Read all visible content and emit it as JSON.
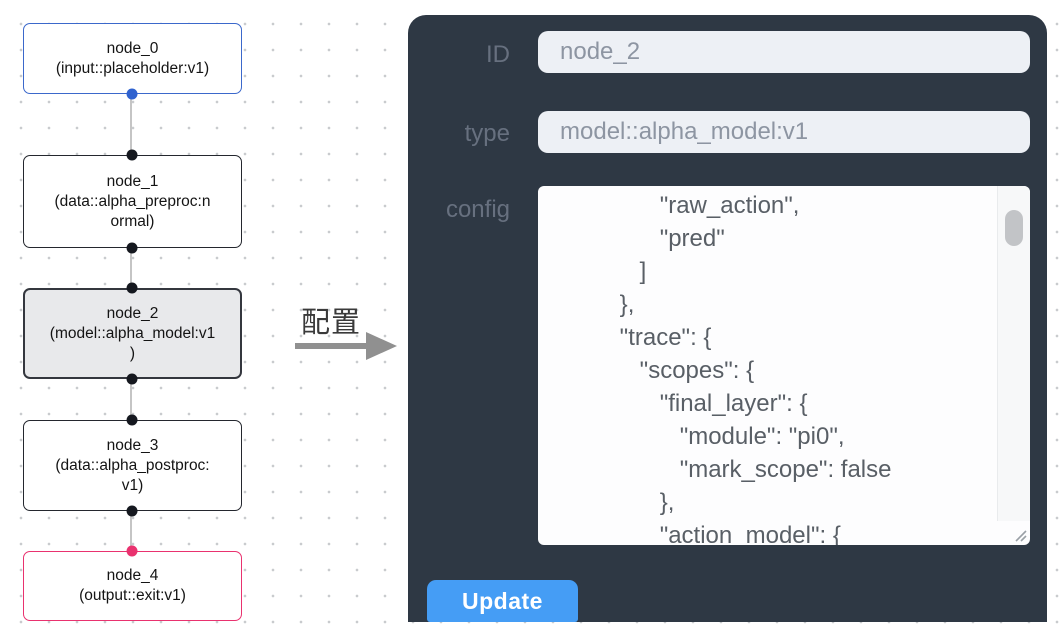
{
  "flowchart": {
    "nodes": [
      {
        "id": "node_0",
        "label": [
          "node_0",
          "(input::placeholder:v1)"
        ]
      },
      {
        "id": "node_1",
        "label": [
          "node_1",
          "(data::alpha_preproc:n",
          "ormal)"
        ]
      },
      {
        "id": "node_2",
        "label": [
          "node_2",
          "(model::alpha_model:v1",
          ")"
        ]
      },
      {
        "id": "node_3",
        "label": [
          "node_3",
          "(data::alpha_postproc:",
          "v1)"
        ]
      },
      {
        "id": "node_4",
        "label": [
          "node_4",
          "(output::exit:v1)"
        ]
      }
    ]
  },
  "transition": {
    "label": "配置"
  },
  "panel": {
    "id_field": {
      "label": "ID",
      "value": "node_2"
    },
    "type_field": {
      "label": "type",
      "value": "model::alpha_model:v1"
    },
    "config_field": {
      "label": "config",
      "lines": [
        "                \"raw_action\",",
        "                \"pred\"",
        "             ]",
        "          },",
        "          \"trace\": {",
        "             \"scopes\": {",
        "                \"final_layer\": {",
        "                   \"module\": \"pi0\",",
        "                   \"mark_scope\": false",
        "                },",
        "                \"action_model\": {"
      ]
    },
    "update_button": "Update"
  },
  "colors": {
    "panel_bg": "#2e3844",
    "accent_blue": "#459df5",
    "input_bg": "#edf0f5",
    "node_selected_bg": "#e8e9eb",
    "node_input_border": "#3b68cb",
    "node_output_border": "#e9326f",
    "port_dark": "#15181f",
    "grid_dot": "#c9cbce"
  }
}
